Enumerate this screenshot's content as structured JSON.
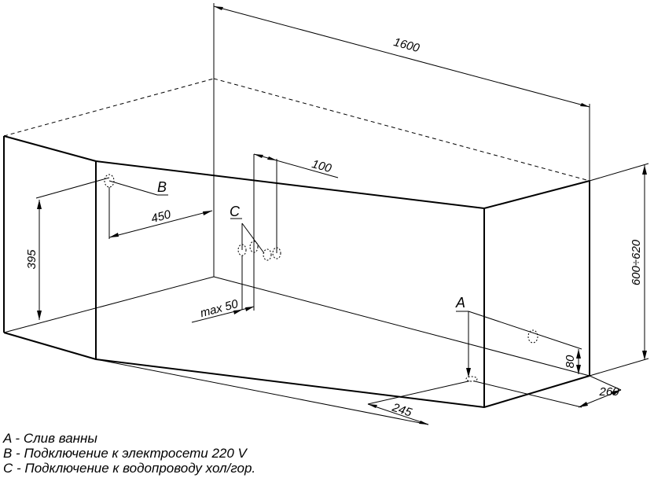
{
  "dimensions": {
    "length": "1600",
    "height": "600÷620",
    "drain_offset_x": "245",
    "drain_offset_y": "260",
    "power_height": "395",
    "power_offset": "450",
    "water_spacing": "100",
    "water_max_height": "max 50",
    "drain_height": "80"
  },
  "markers": {
    "a": "A",
    "b": "B",
    "c": "C"
  },
  "legend": [
    "A - Слив ванны",
    "B - Подключение к электросети 220 V",
    "C - Подключение к водопроводу хол/гор."
  ]
}
